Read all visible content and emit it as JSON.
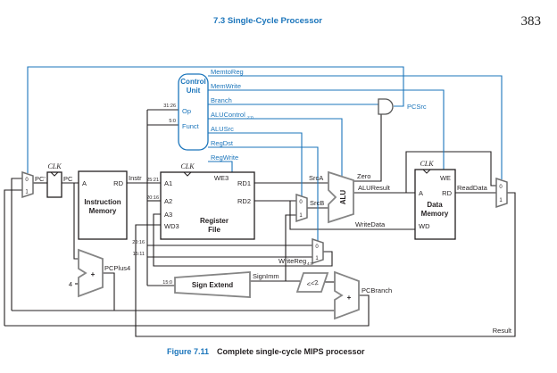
{
  "colors": {
    "signal_blue": "#1b75bb",
    "ink": "#231f20"
  },
  "page": {
    "header": "7.3 Single-Cycle Processor",
    "page_number": "383"
  },
  "mux_labels": {
    "in0": "0",
    "in1": "1"
  },
  "control_unit": {
    "name_line1": "Control",
    "name_line2": "Unit",
    "input_op": "Op",
    "input_funct": "Funct",
    "bits_op": "31:26",
    "bits_funct": "5:0",
    "out_memtoreg": "MemtoReg",
    "out_memwrite": "MemWrite",
    "out_branch": "Branch",
    "out_alucontrol": "ALUControl",
    "out_alucontrol_bits": "2:0",
    "out_alusrc": "ALUSrc",
    "out_regdst": "RegDst",
    "out_regwrite": "RegWrite",
    "pcsrc": "PCSrc"
  },
  "pc_logic": {
    "clk": "CLK",
    "pc_prime": "PC'",
    "pc": "PC",
    "plus": "+",
    "four": "4",
    "pcplus4": "PCPlus4"
  },
  "instruction_memory": {
    "port_a": "A",
    "port_rd": "RD",
    "name_line1": "Instruction",
    "name_line2": "Memory",
    "instr": "Instr"
  },
  "register_file": {
    "clk": "CLK",
    "we3": "WE3",
    "a1": "A1",
    "a2": "A2",
    "a3": "A3",
    "wd3": "WD3",
    "rd1": "RD1",
    "rd2": "RD2",
    "name_line1": "Register",
    "name_line2": "File",
    "bits_a1": "25:21",
    "bits_a2": "20:16"
  },
  "writereg_mux": {
    "bits_in0": "20:16",
    "bits_in1": "15:11",
    "label": "WriteReg",
    "label_bits": "4:0"
  },
  "sign_extend": {
    "name": "Sign Extend",
    "bits_in": "15:0",
    "signimm": "SignImm"
  },
  "alu": {
    "name": "ALU",
    "srca": "SrcA",
    "srcb": "SrcB",
    "zero": "Zero",
    "aluresult": "ALUResult"
  },
  "branch_logic": {
    "shift": "<<2",
    "plus": "+",
    "pcbranch": "PCBranch"
  },
  "data_memory": {
    "clk": "CLK",
    "we": "WE",
    "port_a": "A",
    "port_rd": "RD",
    "port_wd": "WD",
    "name_line1": "Data",
    "name_line2": "Memory",
    "readdata": "ReadData",
    "writedata": "WriteData"
  },
  "result": {
    "label": "Result"
  },
  "caption": {
    "figure_label": "Figure 7.11",
    "figure_title": "Complete single-cycle MIPS processor"
  }
}
